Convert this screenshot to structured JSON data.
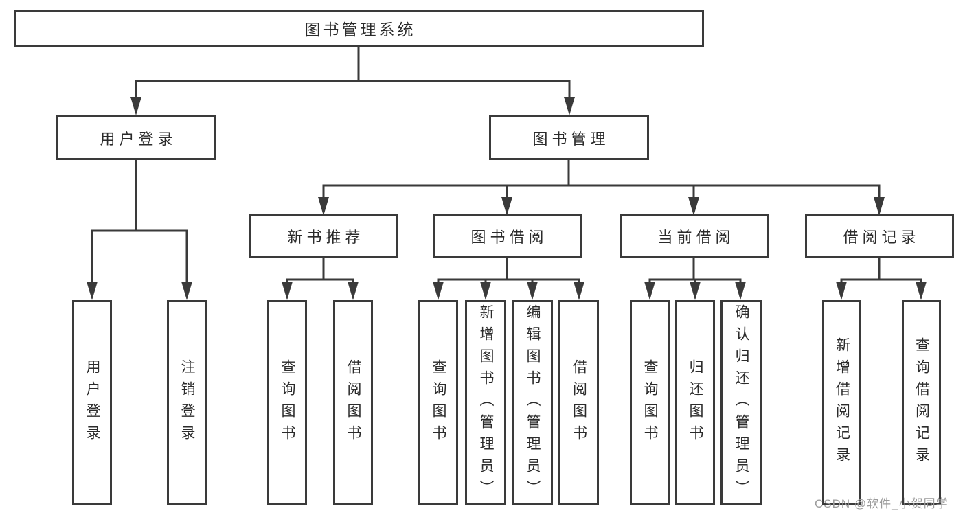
{
  "diagram": {
    "type": "hierarchy-tree",
    "orientation": "top-down"
  },
  "tree": {
    "root": {
      "label": "图书管理系统",
      "children": [
        {
          "label": "用户登录",
          "children": [
            {
              "label": "用户登录"
            },
            {
              "label": "注销登录"
            }
          ]
        },
        {
          "label": "图书管理",
          "children": [
            {
              "label": "新书推荐",
              "children": [
                {
                  "label": "查询图书"
                },
                {
                  "label": "借阅图书"
                }
              ]
            },
            {
              "label": "图书借阅",
              "children": [
                {
                  "label": "查询图书"
                },
                {
                  "label": "新增图书（管理员）"
                },
                {
                  "label": "编辑图书（管理员）"
                },
                {
                  "label": "借阅图书"
                }
              ]
            },
            {
              "label": "当前借阅",
              "children": [
                {
                  "label": "查询图书"
                },
                {
                  "label": "归还图书"
                },
                {
                  "label": "确认归还（管理员）"
                }
              ]
            },
            {
              "label": "借阅记录",
              "children": [
                {
                  "label": "新增借阅记录"
                },
                {
                  "label": "查询借阅记录"
                }
              ]
            }
          ]
        }
      ]
    }
  },
  "watermark": {
    "text": "CSDN @软件_小贺同学",
    "color": "#9b9b9b"
  },
  "colors": {
    "line": "#3a3a3a",
    "box_border": "#3a3a3a",
    "text": "#2b2b2b",
    "background": "#ffffff"
  }
}
